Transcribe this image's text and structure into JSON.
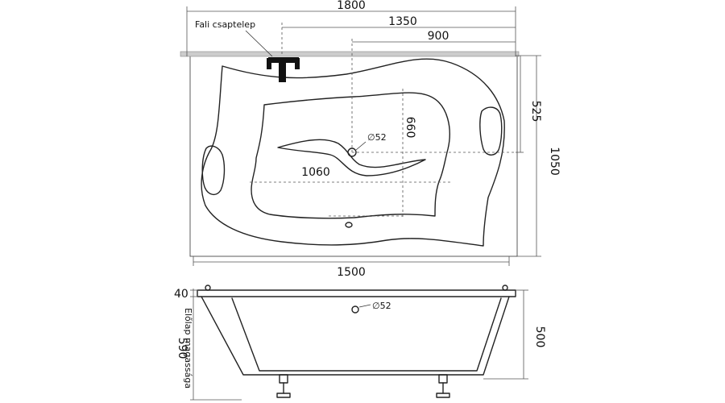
{
  "top_view": {
    "overall_width": "1800",
    "faucet_offset": "1350",
    "drain_offset": "900",
    "faucet_label": "Fali csaptelep",
    "drain_to_wall": "525",
    "overall_depth": "1050",
    "drain_depth": "660",
    "basin_length": "1060",
    "drain_diameter": "∅52",
    "front_width": "1500"
  },
  "side_view": {
    "rim_height": "40",
    "overflow_diameter": "∅52",
    "tub_height": "500",
    "panel_height": "590",
    "panel_label": "Előlap magassága"
  }
}
